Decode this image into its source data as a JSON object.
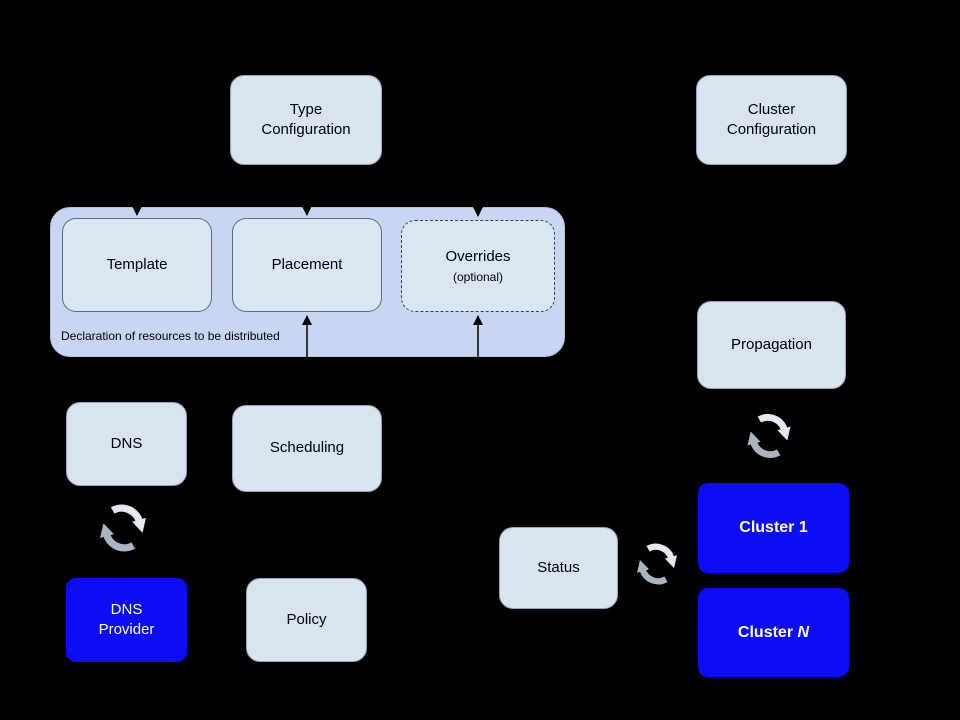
{
  "nodes": {
    "type_configuration": {
      "label": "Type\nConfiguration"
    },
    "cluster_configuration": {
      "label": "Cluster\nConfiguration"
    },
    "template": {
      "label": "Template"
    },
    "placement": {
      "label": "Placement"
    },
    "overrides": {
      "label": "Overrides",
      "sublabel": "(optional)"
    },
    "resource_container": {
      "caption": "Declaration of resources to be distributed"
    },
    "dns": {
      "label": "DNS"
    },
    "scheduling": {
      "label": "Scheduling"
    },
    "dns_provider": {
      "label": "DNS\nProvider"
    },
    "policy": {
      "label": "Policy"
    },
    "propagation": {
      "label": "Propagation"
    },
    "status": {
      "label": "Status"
    },
    "cluster_1": {
      "label": "Cluster 1"
    },
    "cluster_n": {
      "label_prefix": "Cluster ",
      "label_suffix": "N"
    }
  },
  "icons": {
    "sync": "circular-refresh-arrows"
  },
  "colors": {
    "background": "#000000",
    "node_fill": "#dae3f0",
    "inner_node_fill": "#dce6f3",
    "container_fill": "#c9d6f1",
    "highlight_fill": "#0d0df5",
    "node_text": "#000000",
    "highlight_text": "#ffffff",
    "arrow": "#000000",
    "sync_icon_light": "#e2e9f1",
    "sync_icon_dark": "#a9b5c2"
  }
}
